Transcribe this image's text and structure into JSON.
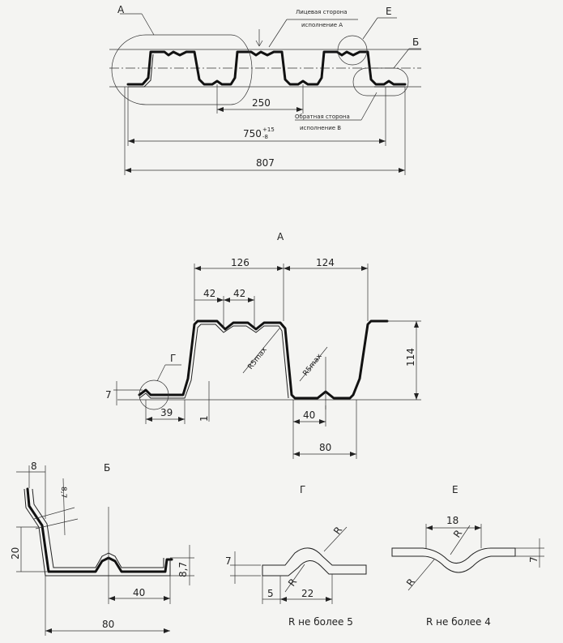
{
  "top_view": {
    "label_a": "А",
    "label_e": "Е",
    "label_b": "Б",
    "face_side_line1": "Лицевая сторона",
    "face_side_line2": "исполнение А",
    "back_side_line1": "Обратная сторона",
    "back_side_line2": "исполнение В",
    "dim_250": "250",
    "dim_750": "750",
    "dim_750_tol_plus": "+15",
    "dim_750_tol_minus": "-8",
    "dim_807": "807"
  },
  "view_a": {
    "title": "А",
    "dim_126": "126",
    "dim_124": "124",
    "dim_42a": "42",
    "dim_42b": "42",
    "dim_114": "114",
    "dim_r5max_1": "R5max",
    "dim_r5max_2": "R5max",
    "label_g": "Г",
    "dim_7": "7",
    "dim_39": "39",
    "dim_1": "1",
    "dim_40": "40",
    "dim_80": "80"
  },
  "view_b": {
    "title": "Б",
    "dim_8": "8",
    "dim_8_7_a": "8,7",
    "dim_20": "20",
    "dim_8_7_b": "8,7",
    "dim_40": "40",
    "dim_80": "80"
  },
  "view_g": {
    "title": "Г",
    "dim_7": "7",
    "dim_r_a": "R",
    "dim_r_b": "R",
    "dim_5": "5",
    "dim_22": "22",
    "note": "R не более 5"
  },
  "view_e": {
    "title": "Е",
    "dim_18": "18",
    "dim_r_a": "R",
    "dim_r_b": "R",
    "dim_7": "7",
    "note": "R не более 4"
  }
}
